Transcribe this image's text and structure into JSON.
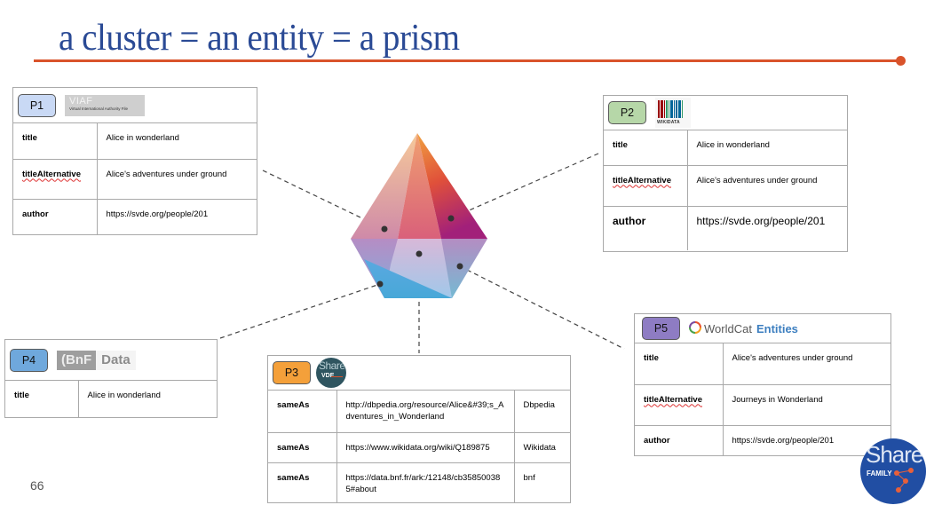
{
  "slide": {
    "title": "a cluster = an entity = a prism",
    "page_number": "66",
    "accent_color": "#d9532b",
    "title_color": "#2a4a95"
  },
  "prism": {
    "icon": "prism-icon",
    "description": "central gem-shaped prism with five connection points"
  },
  "cards": {
    "p1": {
      "badge": "P1",
      "badge_color": "#c9d9f5",
      "logo": {
        "name": "viaf-logo",
        "text": "VIAF",
        "subtext": "Virtual International Authority File"
      },
      "rows": [
        {
          "key": "title",
          "value": "Alice in wonderland"
        },
        {
          "key": "titleAlternative",
          "value": "Alice's adventures under ground"
        },
        {
          "key": "author",
          "value": "https://svde.org/people/201"
        }
      ]
    },
    "p2": {
      "badge": "P2",
      "badge_color": "#b6d7a8",
      "logo": {
        "name": "wikidata-logo",
        "text": "WIKIDATA"
      },
      "rows": [
        {
          "key": "title",
          "value": "Alice in wonderland"
        },
        {
          "key": "titleAlternative",
          "value": "Alice's adventures under ground"
        },
        {
          "key": "author",
          "value": "https://svde.org/people/201"
        }
      ]
    },
    "p3": {
      "badge": "P3",
      "badge_color": "#f4a03a",
      "logo": {
        "name": "sharevde-logo",
        "text": "Share",
        "subtext": "VDE"
      },
      "rows": [
        {
          "key": "sameAs",
          "value": "http://dbpedia.org/resource/Alice&#39;s_Adventures_in_Wonderland",
          "source": "Dbpedia"
        },
        {
          "key": "sameAs",
          "value": "https://www.wikidata.org/wiki/Q189875",
          "source": "Wikidata"
        },
        {
          "key": "sameAs",
          "value": "https://data.bnf.fr/ark:/12148/cb358500385#about",
          "source": "bnf"
        }
      ]
    },
    "p4": {
      "badge": "P4",
      "badge_color": "#6fa8dc",
      "logo": {
        "name": "bnf-data-logo",
        "text": "BnF",
        "subtext": "Data"
      },
      "rows": [
        {
          "key": "title",
          "value": "Alice in wonderland"
        }
      ]
    },
    "p5": {
      "badge": "P5",
      "badge_color": "#8e7cc3",
      "logo": {
        "name": "worldcat-entities-logo",
        "text": "WorldCat",
        "subtext": "Entities"
      },
      "rows": [
        {
          "key": "title",
          "value": "Alice's adventures under ground"
        },
        {
          "key": "titleAlternative",
          "value": "Journeys in Wonderland"
        },
        {
          "key": "author",
          "value": "https://svde.org/people/201"
        }
      ]
    }
  },
  "share_family_logo": {
    "text": "Share",
    "subtext": "FAMILY"
  }
}
